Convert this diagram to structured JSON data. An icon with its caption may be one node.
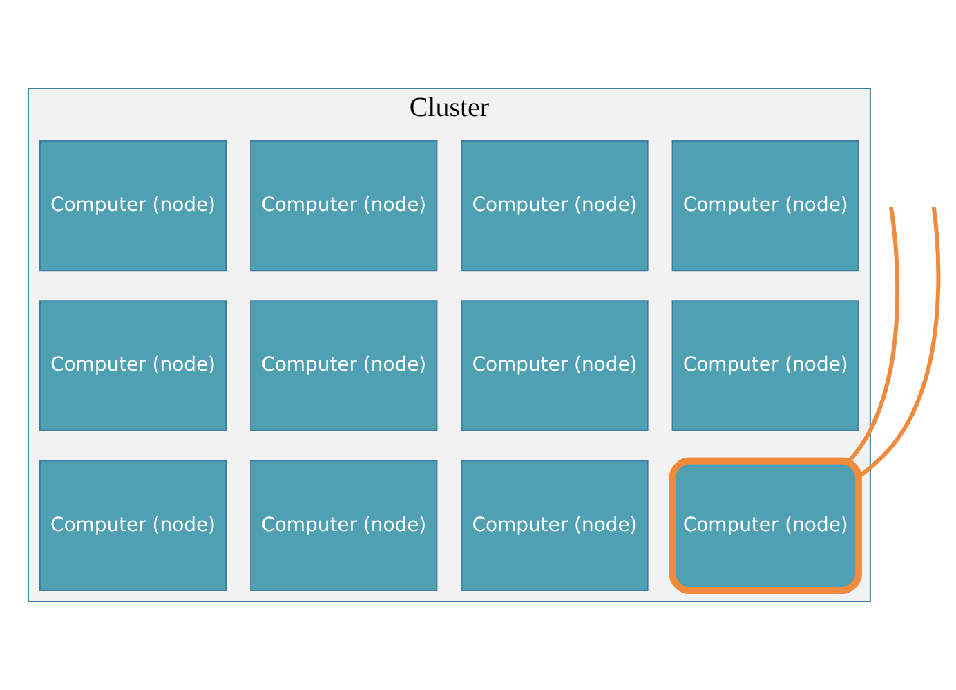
{
  "diagram": {
    "nodes": [
      {
        "text": [
          "Cluster"
        ]
      },
      {
        "text": [
          "Computer (node)"
        ],
        "in": 0
      },
      {
        "text": [
          "Computer (node)"
        ],
        "in": 0
      },
      {
        "text": [
          "Computer (node)"
        ],
        "in": 0
      },
      {
        "text": [
          "Computer (node)"
        ],
        "in": 0
      },
      {
        "text": [
          "Computer (node)"
        ],
        "in": 0
      },
      {
        "text": [
          "Computer (node)"
        ],
        "in": 0
      },
      {
        "text": [
          "Computer (node)"
        ],
        "in": 0
      },
      {
        "text": [
          "Computer (node)"
        ],
        "in": 0
      },
      {
        "text": [
          "Computer (node)"
        ],
        "in": 0
      },
      {
        "text": [
          "Computer (node)"
        ],
        "in": 0
      },
      {
        "text": [
          "Computer (node)"
        ],
        "in": 0
      },
      {
        "text": [
          "Computer (node)"
        ],
        "in": 0
      }
    ],
    "edges": [
      {
        "from": null,
        "to": 9,
        "arrow": "none",
        "color": "#f08a3c"
      },
      {
        "from": null,
        "to": 9,
        "arrow": "none",
        "color": "#f08a3c"
      }
    ]
  }
}
